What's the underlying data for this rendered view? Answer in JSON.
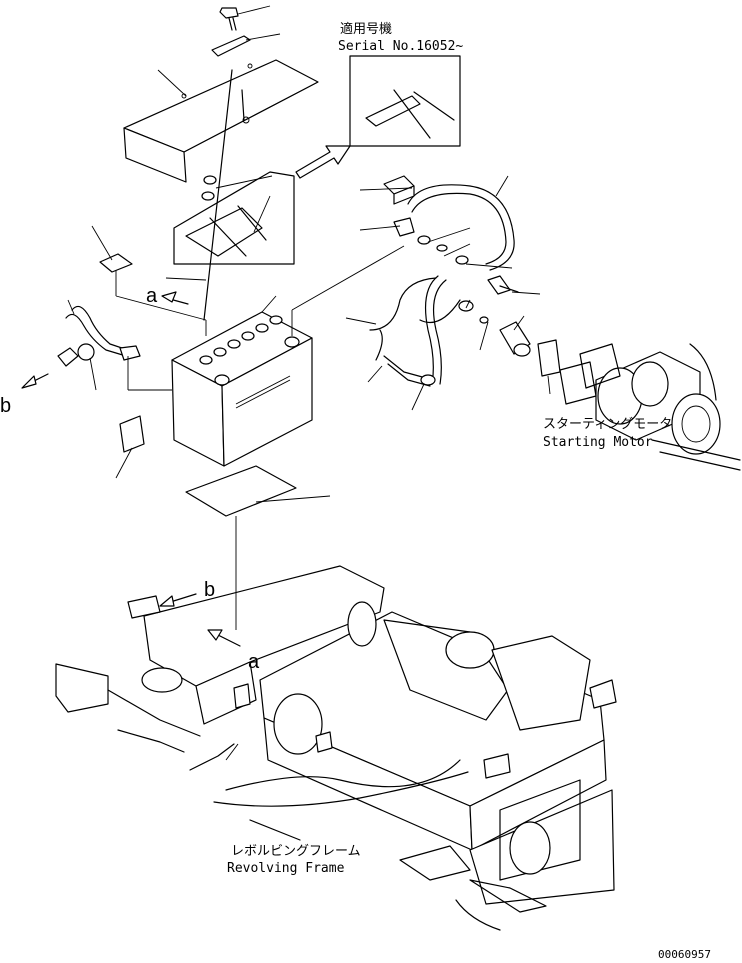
{
  "labels": {
    "serial_jp": "適用号機",
    "serial_en": "Serial No.16052~",
    "starting_motor_jp": "スターティングモータ",
    "starting_motor_en": "Starting Motor",
    "frame_jp": "レボルビングフレーム",
    "frame_en": "Revolving Frame",
    "view_a_top": "a",
    "view_a_frame": "a",
    "view_b_left": "b",
    "view_b_frame": "b",
    "drawing_number": "00060957"
  }
}
